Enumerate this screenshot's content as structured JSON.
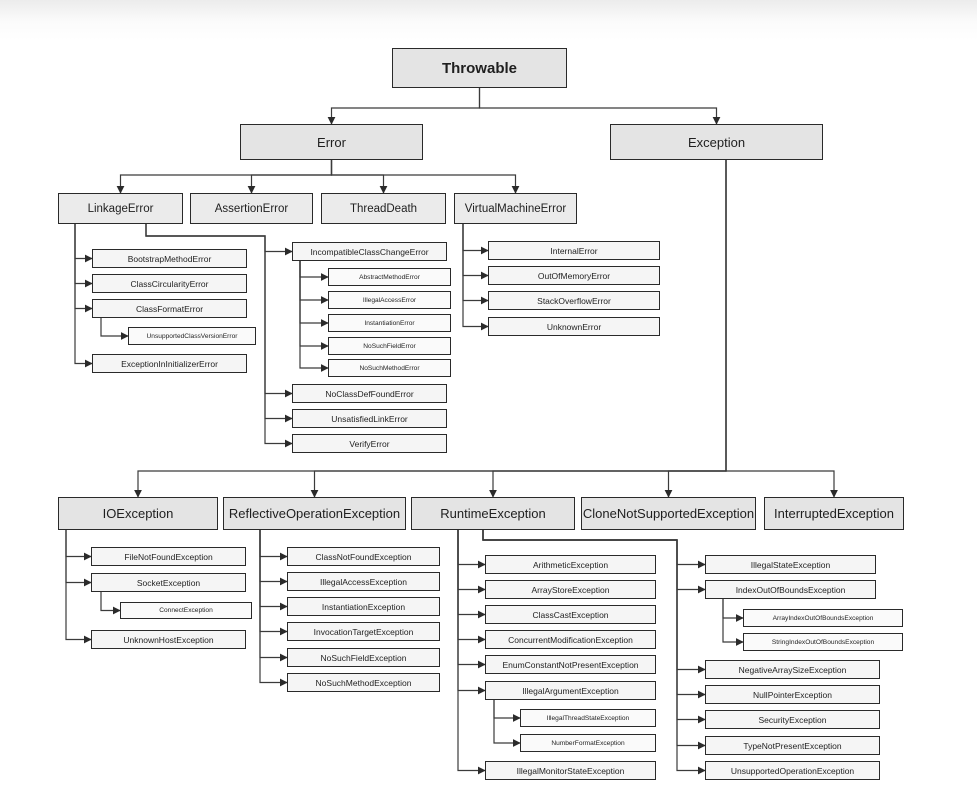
{
  "diagram": {
    "nodes": {
      "throwable": "Throwable",
      "error": "Error",
      "exception": "Exception",
      "linkage_error": "LinkageError",
      "assertion_error": "AssertionError",
      "thread_death": "ThreadDeath",
      "virtual_machine_error": "VirtualMachineError",
      "bootstrap_method_error": "BootstrapMethodError",
      "class_circularity_error": "ClassCircularityError",
      "class_format_error": "ClassFormatError",
      "unsupported_class_version_error": "UnsupportedClassVersionError",
      "exception_in_initializer_error": "ExceptionInInitializerError",
      "incompatible_class_change_error": "IncompatibleClassChangeError",
      "abstract_method_error": "AbstractMethodError",
      "illegal_access_error": "IllegalAccessError",
      "instantiation_error": "InstantiationError",
      "no_such_field_error": "NoSuchFieldError",
      "no_such_method_error": "NoSuchMethodError",
      "no_class_def_found_error": "NoClassDefFoundError",
      "unsatisfied_link_error": "UnsatisfiedLinkError",
      "verify_error": "VerifyError",
      "internal_error": "InternalError",
      "out_of_memory_error": "OutOfMemoryError",
      "stack_overflow_error": "StackOverflowError",
      "unknown_error": "UnknownError",
      "io_exception": "IOException",
      "reflective_operation_exception": "ReflectiveOperationException",
      "runtime_exception": "RuntimeException",
      "clone_not_supported_exception": "CloneNotSupportedException",
      "interrupted_exception": "InterruptedException",
      "file_not_found_exception": "FileNotFoundException",
      "socket_exception": "SocketException",
      "connect_exception": "ConnectException",
      "unknown_host_exception": "UnknownHostException",
      "class_not_found_exception": "ClassNotFoundException",
      "illegal_access_exception": "IllegalAccessException",
      "instantiation_exception": "InstantiationException",
      "invocation_target_exception": "InvocationTargetException",
      "no_such_field_exception": "NoSuchFieldException",
      "no_such_method_exception": "NoSuchMethodException",
      "arithmetic_exception": "ArithmeticException",
      "array_store_exception": "ArrayStoreException",
      "class_cast_exception": "ClassCastException",
      "concurrent_modification_exception": "ConcurrentModificationException",
      "enum_constant_not_present_exception": "EnumConstantNotPresentException",
      "illegal_argument_exception": "IllegalArgumentException",
      "illegal_thread_state_exception": "IllegalThreadStateException",
      "number_format_exception": "NumberFormatException",
      "illegal_monitor_state_exception": "IllegalMonitorStateException",
      "illegal_state_exception": "IllegalStateException",
      "index_out_of_bounds_exception": "IndexOutOfBoundsException",
      "array_index_out_of_bounds_exception": "ArrayIndexOutOfBoundsException",
      "string_index_out_of_bounds_exception": "StringIndexOutOfBoundsException",
      "negative_array_size_exception": "NegativeArraySizeException",
      "null_pointer_exception": "NullPointerException",
      "security_exception": "SecurityException",
      "type_not_present_exception": "TypeNotPresentException",
      "unsupported_operation_exception": "UnsupportedOperationException"
    },
    "edges": [
      [
        "throwable",
        "error"
      ],
      [
        "throwable",
        "exception"
      ],
      [
        "error",
        "linkage_error"
      ],
      [
        "error",
        "assertion_error"
      ],
      [
        "error",
        "thread_death"
      ],
      [
        "error",
        "virtual_machine_error"
      ],
      [
        "linkage_error",
        "bootstrap_method_error"
      ],
      [
        "linkage_error",
        "class_circularity_error"
      ],
      [
        "linkage_error",
        "class_format_error"
      ],
      [
        "linkage_error",
        "exception_in_initializer_error"
      ],
      [
        "class_format_error",
        "unsupported_class_version_error"
      ],
      [
        "linkage_error",
        "incompatible_class_change_error"
      ],
      [
        "linkage_error",
        "no_class_def_found_error"
      ],
      [
        "linkage_error",
        "unsatisfied_link_error"
      ],
      [
        "linkage_error",
        "verify_error"
      ],
      [
        "incompatible_class_change_error",
        "abstract_method_error"
      ],
      [
        "incompatible_class_change_error",
        "illegal_access_error"
      ],
      [
        "incompatible_class_change_error",
        "instantiation_error"
      ],
      [
        "incompatible_class_change_error",
        "no_such_field_error"
      ],
      [
        "incompatible_class_change_error",
        "no_such_method_error"
      ],
      [
        "virtual_machine_error",
        "internal_error"
      ],
      [
        "virtual_machine_error",
        "out_of_memory_error"
      ],
      [
        "virtual_machine_error",
        "stack_overflow_error"
      ],
      [
        "virtual_machine_error",
        "unknown_error"
      ],
      [
        "exception",
        "io_exception"
      ],
      [
        "exception",
        "reflective_operation_exception"
      ],
      [
        "exception",
        "runtime_exception"
      ],
      [
        "exception",
        "clone_not_supported_exception"
      ],
      [
        "exception",
        "interrupted_exception"
      ],
      [
        "io_exception",
        "file_not_found_exception"
      ],
      [
        "io_exception",
        "socket_exception"
      ],
      [
        "io_exception",
        "unknown_host_exception"
      ],
      [
        "socket_exception",
        "connect_exception"
      ],
      [
        "reflective_operation_exception",
        "class_not_found_exception"
      ],
      [
        "reflective_operation_exception",
        "illegal_access_exception"
      ],
      [
        "reflective_operation_exception",
        "instantiation_exception"
      ],
      [
        "reflective_operation_exception",
        "invocation_target_exception"
      ],
      [
        "reflective_operation_exception",
        "no_such_field_exception"
      ],
      [
        "reflective_operation_exception",
        "no_such_method_exception"
      ],
      [
        "runtime_exception",
        "arithmetic_exception"
      ],
      [
        "runtime_exception",
        "array_store_exception"
      ],
      [
        "runtime_exception",
        "class_cast_exception"
      ],
      [
        "runtime_exception",
        "concurrent_modification_exception"
      ],
      [
        "runtime_exception",
        "enum_constant_not_present_exception"
      ],
      [
        "runtime_exception",
        "illegal_argument_exception"
      ],
      [
        "runtime_exception",
        "illegal_monitor_state_exception"
      ],
      [
        "illegal_argument_exception",
        "illegal_thread_state_exception"
      ],
      [
        "illegal_argument_exception",
        "number_format_exception"
      ],
      [
        "runtime_exception",
        "illegal_state_exception"
      ],
      [
        "runtime_exception",
        "index_out_of_bounds_exception"
      ],
      [
        "runtime_exception",
        "negative_array_size_exception"
      ],
      [
        "runtime_exception",
        "null_pointer_exception"
      ],
      [
        "runtime_exception",
        "security_exception"
      ],
      [
        "runtime_exception",
        "type_not_present_exception"
      ],
      [
        "runtime_exception",
        "unsupported_operation_exception"
      ],
      [
        "index_out_of_bounds_exception",
        "array_index_out_of_bounds_exception"
      ],
      [
        "index_out_of_bounds_exception",
        "string_index_out_of_bounds_exception"
      ]
    ]
  }
}
